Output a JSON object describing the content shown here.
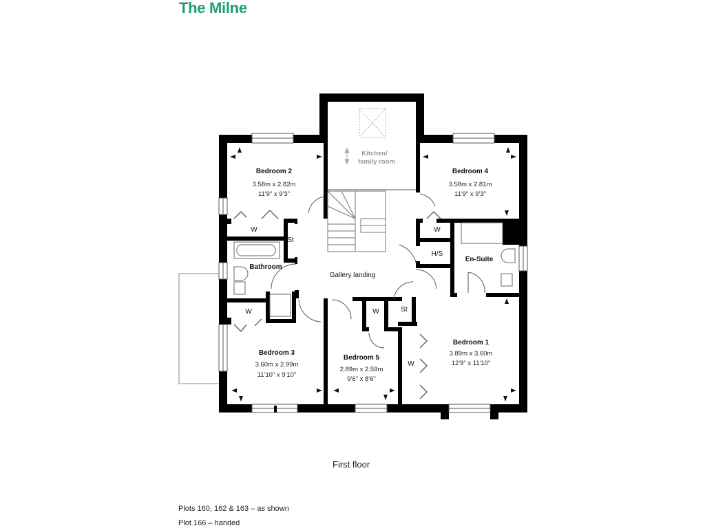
{
  "header": {
    "title": "The Milne",
    "title_color": "#1e9c78"
  },
  "plan": {
    "floor_label": "First floor",
    "rooms": {
      "bedroom2": {
        "name": "Bedroom 2",
        "metric": "3.58m x 2.82m",
        "imperial": "11'9\" x 9'3\""
      },
      "bedroom4": {
        "name": "Bedroom 4",
        "metric": "3.58m x 2.81m",
        "imperial": "11'9\" x 9'3\""
      },
      "bedroom3": {
        "name": "Bedroom 3",
        "metric": "3.60m x 2.99m",
        "imperial": "11'10\" x 9'10\""
      },
      "bedroom5": {
        "name": "Bedroom 5",
        "metric": "2.89m x 2.59m",
        "imperial": "9'6\" x 8'6\""
      },
      "bedroom1": {
        "name": "Bedroom 1",
        "metric": "3.89m x 3.60m",
        "imperial": "12'9\" x 11'10\""
      },
      "kitchen_void": {
        "line1": "Kitchen/",
        "line2": "family room"
      },
      "bathroom": {
        "name": "Bathroom"
      },
      "ensuite": {
        "name": "En-Suite"
      },
      "gallery": {
        "name": "Gallery landing"
      },
      "hs": {
        "name": "H/S"
      },
      "st1": {
        "name": "St"
      },
      "st2": {
        "name": "St"
      },
      "w_bed2": {
        "name": "W"
      },
      "w_bed3": {
        "name": "W"
      },
      "w_bed4": {
        "name": "W"
      },
      "w_bed5": {
        "name": "W"
      },
      "w_bed1": {
        "name": "W"
      }
    }
  },
  "notes": {
    "line1": "Plots 160, 162 & 163 – as shown",
    "line2": "Plot 166 – handed"
  }
}
